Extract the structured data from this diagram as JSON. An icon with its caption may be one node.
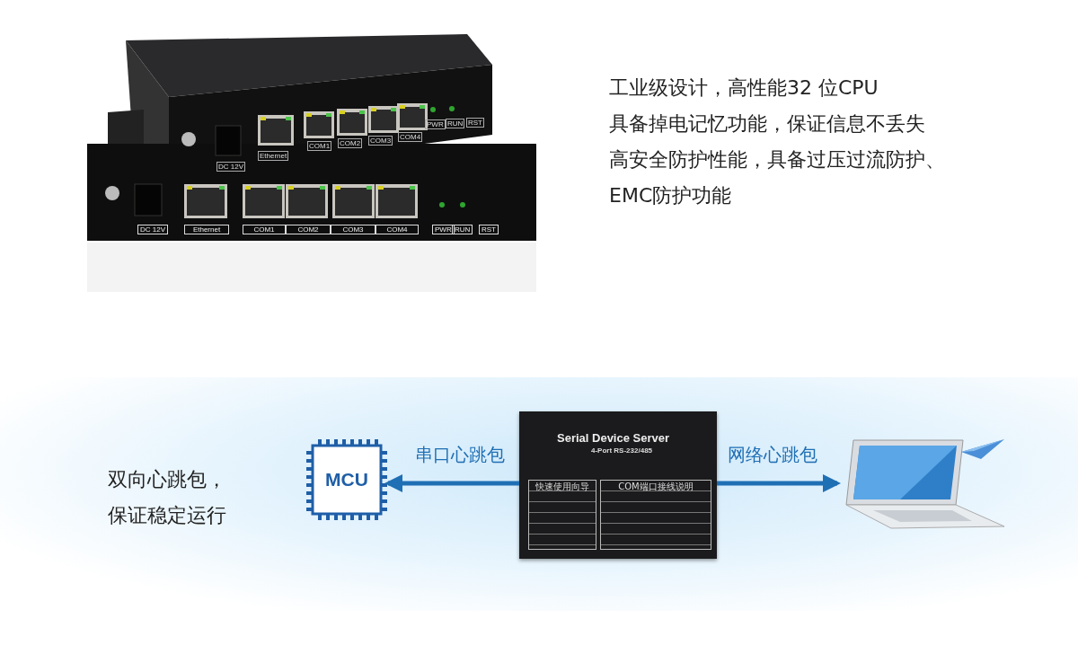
{
  "diagram": {
    "nodes": [
      {
        "text": [
          "MCU"
        ]
      },
      {
        "text": [
          "Serial Device Server",
          "4-Port RS-232/485",
          "快速使用向导",
          "COM端口接线说明"
        ]
      },
      {
        "text": [],
        "shape": "picture"
      }
    ],
    "edges": [
      {
        "from": 1,
        "to": 0,
        "arrow": "to",
        "label": "串口心跳包"
      },
      {
        "from": 1,
        "to": 2,
        "arrow": "to",
        "label": "网络心跳包"
      }
    ],
    "labels": [
      "DC 12V",
      "Ethernet",
      "COM1",
      "COM2",
      "COM3",
      "COM4",
      "PWR",
      "RUN",
      "RST",
      "DC 12V",
      "Ethernet",
      "COM1",
      "COM2",
      "COM3",
      "COM4",
      "PWR",
      "RUN",
      "RST",
      "工业级设计，高性能32 位CPU",
      "具备掉电记忆功能，保证信息不丢失",
      "高安全防护性能，具备过压过流防护、EMC防护功能",
      "双向心跳包，保证稳定运行"
    ]
  }
}
